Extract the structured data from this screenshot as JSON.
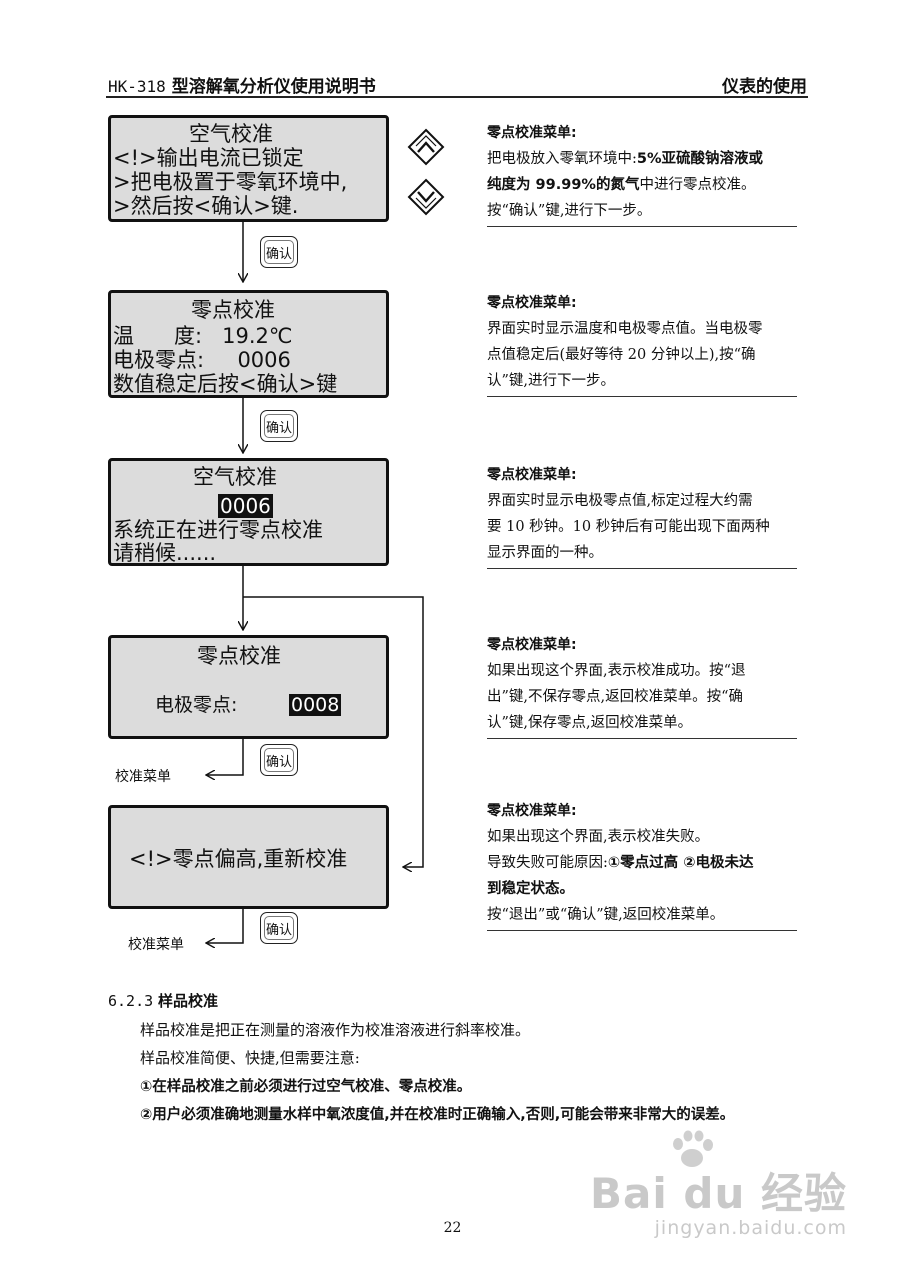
{
  "header": {
    "model": "HK-318",
    "title": "型溶解氧分析仪使用说明书",
    "section": "仪表的使用"
  },
  "screens": [
    {
      "lines": [
        "空气校准",
        "<!>输出电流已锁定",
        ">把电极置于零氧环境中,",
        ">然后按<确认>键."
      ]
    },
    {
      "lines": [
        "零点校准",
        "温      度:   19.2℃",
        "电极零点:     0006",
        "数值稳定后按<确认>键"
      ]
    },
    {
      "title": "空气校准",
      "value": "0006",
      "lines": [
        "系统正在进行零点校准",
        "请稍候......"
      ]
    },
    {
      "title": "零点校准",
      "label": "电极零点:",
      "value": "0008"
    },
    {
      "lines": [
        "<!>零点偏高,重新校准"
      ]
    }
  ],
  "keys": {
    "confirm": "确认"
  },
  "menu_labels": {
    "first": "校准菜单",
    "second": "校准菜单"
  },
  "descriptions": [
    {
      "title": "零点校准菜单:",
      "l1": "把电极放入零氧环境中:",
      "l1_bold": "5%亚硫酸钠溶液或",
      "l2_bold": "纯度为 99.99%的氮气",
      "l2": "中进行零点校准。",
      "l3": "按“确认”键,进行下一步。"
    },
    {
      "title": "零点校准菜单:",
      "l1": "界面实时显示温度和电极零点值。当电极零",
      "l2": "点值稳定后(最好等待 20 分钟以上),按“确",
      "l3": "认”键,进行下一步。"
    },
    {
      "title": "零点校准菜单:",
      "l1": "界面实时显示电极零点值,标定过程大约需",
      "l2": "要 10 秒钟。10 秒钟后有可能出现下面两种",
      "l3": "显示界面的一种。"
    },
    {
      "title": "零点校准菜单:",
      "l1": "如果出现这个界面,表示校准成功。按“退",
      "l2": "出”键,不保存零点,返回校准菜单。按“确",
      "l3": "认”键,保存零点,返回校准菜单。"
    },
    {
      "title": "零点校准菜单:",
      "l1": "如果出现这个界面,表示校准失败。",
      "l2": "导致失败可能原因:",
      "l2_bold": "①零点过高 ②电极未达",
      "l3_bold": "到稳定状态。",
      "l4": "按“退出”或“确认”键,返回校准菜单。"
    }
  ],
  "section": {
    "number": "6.2.3",
    "title": "样品校准",
    "p1": "样品校准是把正在测量的溶液作为校准溶液进行斜率校准。",
    "p2": "样品校准简便、快捷,但需要注意:",
    "p3": "①在样品校准之前必须进行过空气校准、零点校准。",
    "p4": "②用户必须准确地测量水样中氧浓度值,并在校准时正确输入,否则,可能会带来非常大的误差。"
  },
  "page_number": "22",
  "watermark": {
    "brand": "Bai du 经验",
    "url": "jingyan.baidu.com"
  },
  "icons": [
    "up-arrow-key-icon",
    "down-arrow-key-icon",
    "paw-icon"
  ]
}
